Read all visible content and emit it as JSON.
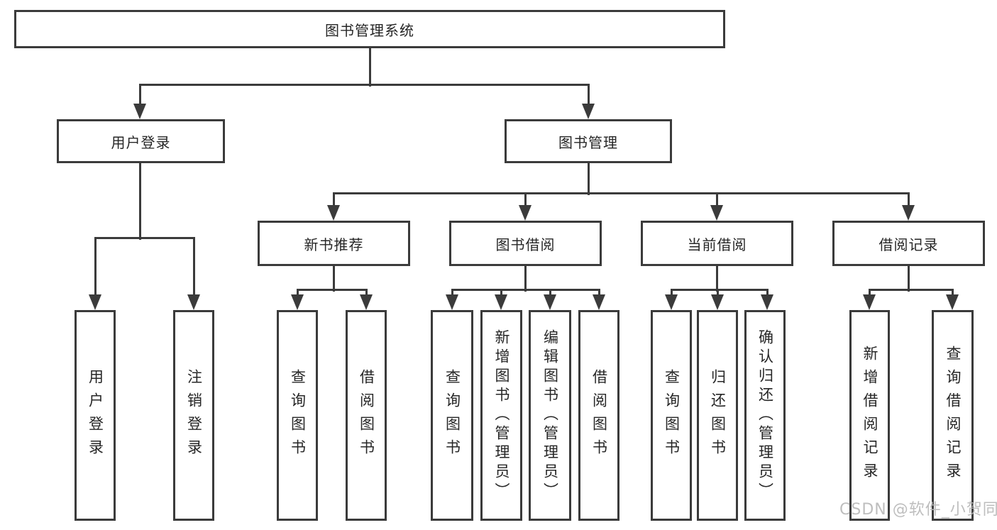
{
  "tree": {
    "label": "图书管理系统",
    "children": [
      {
        "label": "用户登录",
        "children": [
          {
            "label": "用户登录"
          },
          {
            "label": "注销登录"
          }
        ]
      },
      {
        "label": "图书管理",
        "children": [
          {
            "label": "新书推荐",
            "children": [
              {
                "label": "查询图书"
              },
              {
                "label": "借阅图书"
              }
            ]
          },
          {
            "label": "图书借阅",
            "children": [
              {
                "label": "查询图书"
              },
              {
                "label": "新增图书（管理员）"
              },
              {
                "label": "编辑图书（管理员）"
              },
              {
                "label": "借阅图书"
              }
            ]
          },
          {
            "label": "当前借阅",
            "children": [
              {
                "label": "查询图书"
              },
              {
                "label": "归还图书"
              },
              {
                "label": "确认归还（管理员）"
              }
            ]
          },
          {
            "label": "借阅记录",
            "children": [
              {
                "label": "新增借阅记录"
              },
              {
                "label": "查询借阅记录"
              }
            ]
          }
        ]
      }
    ]
  },
  "watermark": {
    "text": "CSDN @软件_小贺同学"
  },
  "colors": {
    "line": "#3b3b3b",
    "text": "#262626",
    "background": "#ffffff",
    "watermark": "#b7b7b7"
  }
}
